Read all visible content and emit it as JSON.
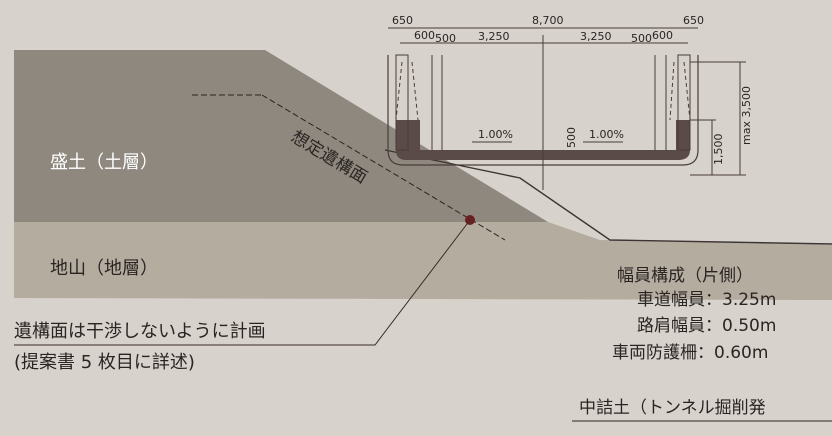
{
  "labels": {
    "fill_layer": "盛土（土層）",
    "ground_layer": "地山（地層）",
    "remains_plane": "想定遺構面",
    "callout_line1": "遺構面は干渉しないように計画",
    "callout_line2": "(提案書 5 枚目に詳述)",
    "bottom_caption": "中詰土（トンネル掘削発"
  },
  "width_spec": {
    "title": "幅員構成（片側）",
    "roadway": "車道幅員：3.25m",
    "shoulder": "路肩幅員：0.50m",
    "barrier": "車両防護柵：0.60m"
  },
  "dimensions": {
    "total": "8,700",
    "outer_left": "650",
    "outer_right": "650",
    "inner_left_a": "600",
    "inner_left_b": "500",
    "lane_left": "3,250",
    "lane_right": "3,250",
    "inner_right_a": "500",
    "inner_right_b": "600",
    "slope_left": "1.00%",
    "slope_right": "1.00%",
    "center_depth": "500",
    "side_height": "1,500",
    "max_height": "max 3,500"
  },
  "colors": {
    "background": "#d7d2cc",
    "fill_layer": "#8f887f",
    "ground_layer": "#b5aca0",
    "structure": "#5a4a48",
    "marker": "#6a1f1f"
  }
}
